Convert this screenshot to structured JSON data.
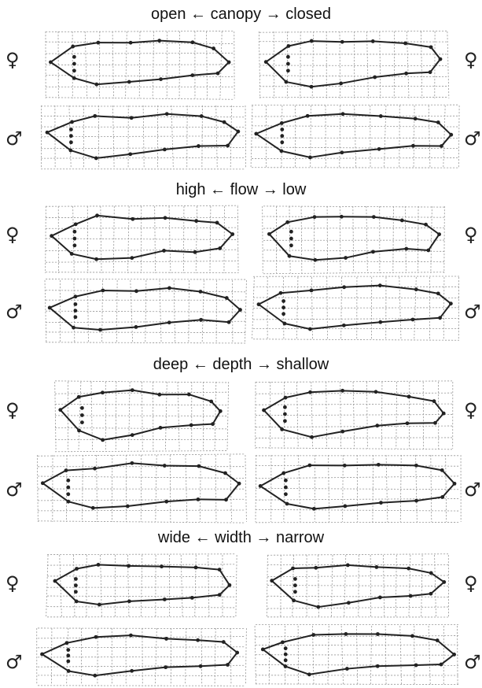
{
  "sections": [
    {
      "heading": "open ← canopy → closed"
    },
    {
      "heading": "high ← flow → low"
    },
    {
      "heading": "deep ← depth → shallow"
    },
    {
      "heading": "wide ← width → narrow"
    }
  ],
  "symbols": {
    "female": "♀",
    "male": "♂"
  },
  "colors": {
    "outline": "#222222",
    "grid": "#9a9a9a",
    "background": "#ffffff"
  }
}
